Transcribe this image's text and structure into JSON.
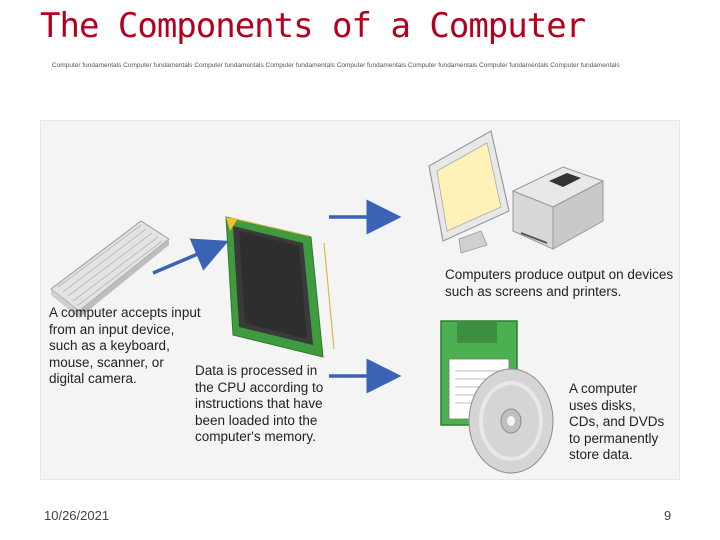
{
  "slide": {
    "title": "The Components of a Computer",
    "subtitle": "Computer fundamentals Computer fundamentals Computer fundamentals Computer fundamentals Computer fundamentals Computer fundamentals Computer fundamentals Computer fundamentals",
    "date": "10/26/2021",
    "page_number": "9"
  },
  "figure": {
    "captions": {
      "input": "A computer accepts input\nfrom an input device,\nsuch as a keyboard,\nmouse, scanner, or\ndigital camera.",
      "processing": "Data is processed in\nthe CPU according to\ninstructions that have\nbeen loaded into the\ncomputer's memory.",
      "output": "Computers produce output on devices\nsuch as screens and printers.",
      "storage": "A computer\nuses disks,\nCDs, and DVDs\nto permanently\nstore data."
    },
    "colors": {
      "title": "#b3001e",
      "arrow": "#3a63b5",
      "cpu_board": "#3f9b3f",
      "disk": "#4caf50"
    }
  }
}
